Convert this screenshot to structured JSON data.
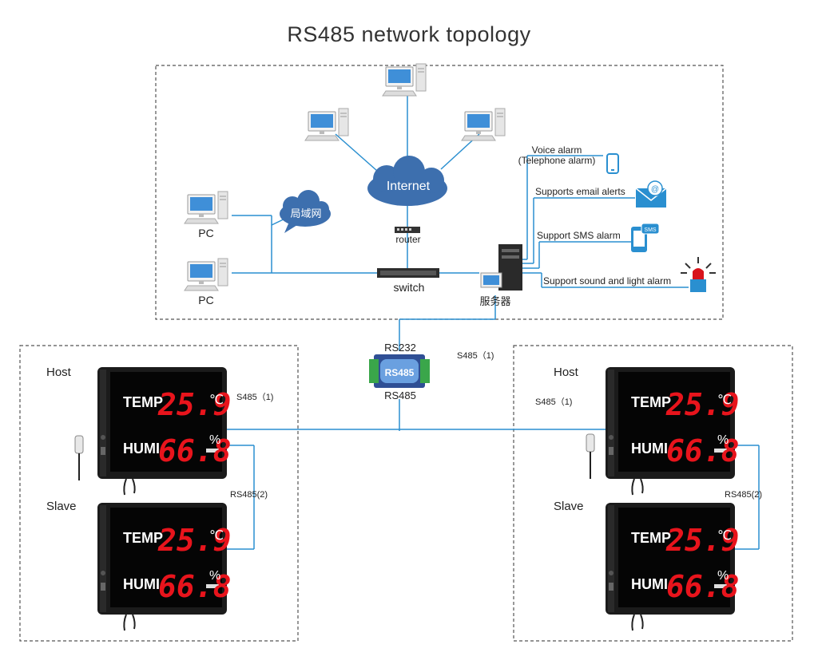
{
  "title": "RS485 network topology",
  "network": {
    "internet": "Internet",
    "lan": "局域网",
    "router": "router",
    "switch": "switch",
    "server": "服务器",
    "pc_label": "PC"
  },
  "alarms": {
    "voice_line1": "Voice alarm",
    "voice_line2": "(Telephone alarm)",
    "email": "Supports email alerts",
    "sms": "Support SMS alarm",
    "sound_light": "Support sound and light alarm",
    "email_glyph": "@",
    "sms_glyph": "SMS"
  },
  "converter": {
    "top": "RS232",
    "center": "RS485",
    "bottom": "RS485"
  },
  "links": {
    "s485_center": "S485（1)",
    "s485_left": "S485（1)",
    "s485_right": "S485（1)",
    "rs485_2_left": "RS485(2)",
    "rs485_2_right": "RS485(2)"
  },
  "groups": {
    "host": "Host",
    "slave": "Slave"
  },
  "display": {
    "temp_label": "TEMP",
    "humi_label": "HUMI",
    "temp_value": "25.9",
    "temp_unit": "℃",
    "humi_value": "66.8",
    "humi_unit": "%"
  },
  "colors": {
    "link": "#2a8fd0",
    "cloud": "#3d6fae",
    "led_red": "#e8141c",
    "device_body": "#1b1b1b"
  }
}
